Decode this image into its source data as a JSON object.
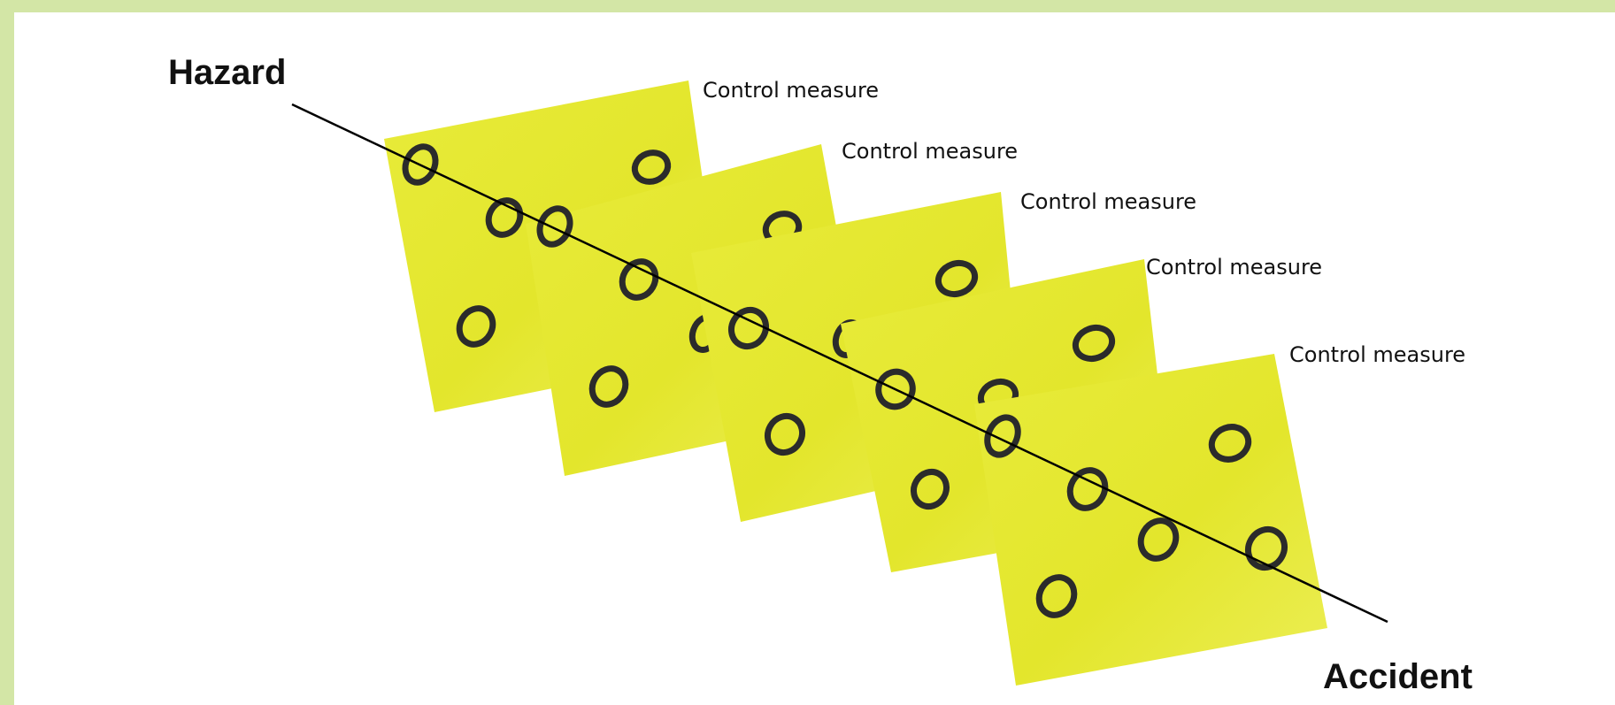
{
  "diagram": {
    "start_label": "Hazard",
    "end_label": "Accident",
    "layers": [
      {
        "label": "Control measure"
      },
      {
        "label": "Control measure"
      },
      {
        "label": "Control measure"
      },
      {
        "label": "Control measure"
      },
      {
        "label": "Control measure"
      }
    ],
    "colors": {
      "slice_fill": "#e5e82e",
      "slice_highlight": "#eef06a",
      "hole_stroke": "#2b2b2b",
      "line": "#000000",
      "frame": "#d3e6a6"
    }
  }
}
